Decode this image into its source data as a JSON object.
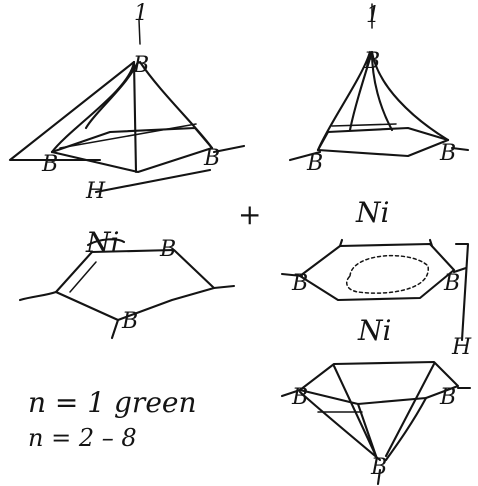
{
  "labels": {
    "atom_boron": "B",
    "atom_nickel": "Ni",
    "bond_one": "1",
    "hydrogen": "H",
    "plus": "+",
    "note_line1": "n = 1 green",
    "note_line2": "n = 2 – 8"
  }
}
